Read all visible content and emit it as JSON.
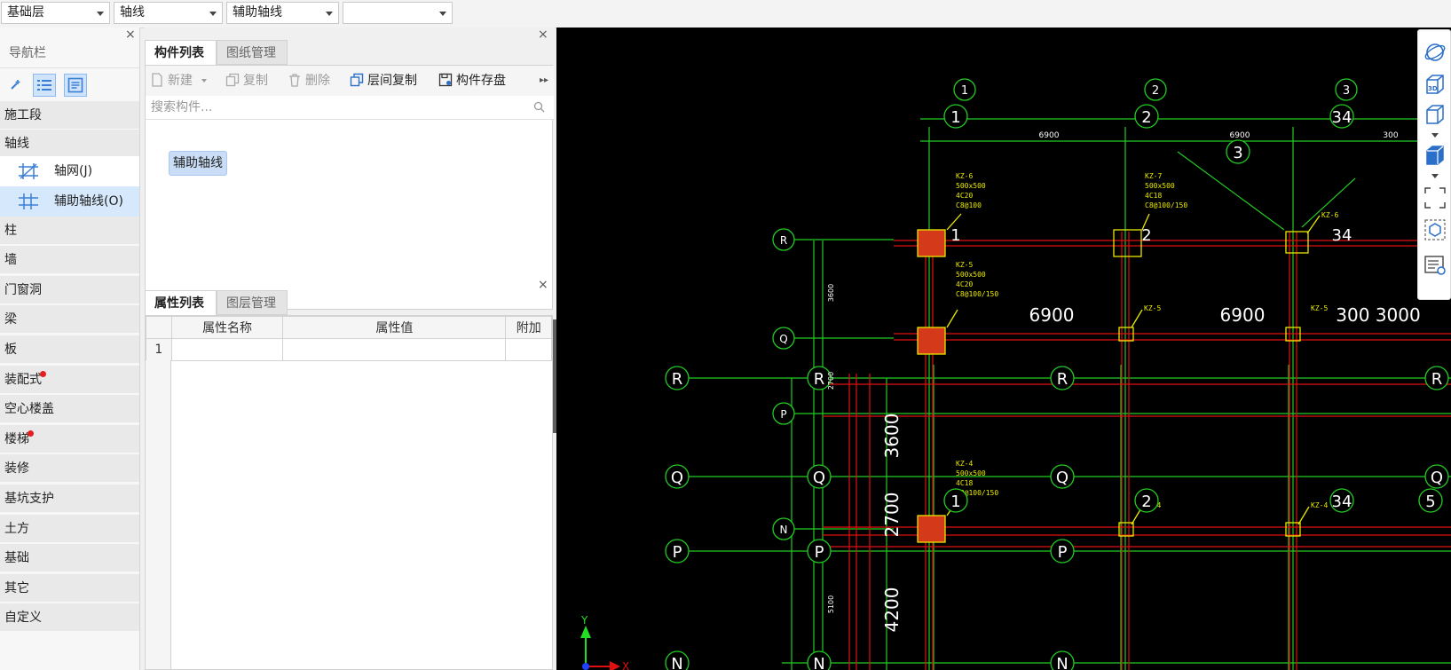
{
  "topbar": {
    "selectors": [
      {
        "value": "基础层"
      },
      {
        "value": "轴线"
      },
      {
        "value": "辅助轴线"
      },
      {
        "value": ""
      }
    ]
  },
  "nav": {
    "title": "导航栏",
    "close": "×",
    "categories": [
      {
        "label": "施工段",
        "badge": false
      },
      {
        "label": "轴线",
        "badge": false
      },
      {
        "label": "柱",
        "badge": false
      },
      {
        "label": "墙",
        "badge": false
      },
      {
        "label": "门窗洞",
        "badge": false
      },
      {
        "label": "梁",
        "badge": false
      },
      {
        "label": "板",
        "badge": false
      },
      {
        "label": "装配式",
        "badge": true
      },
      {
        "label": "空心楼盖",
        "badge": false
      },
      {
        "label": "楼梯",
        "badge": true
      },
      {
        "label": "装修",
        "badge": false
      },
      {
        "label": "基坑支护",
        "badge": false
      },
      {
        "label": "土方",
        "badge": false
      },
      {
        "label": "基础",
        "badge": false
      },
      {
        "label": "其它",
        "badge": false
      },
      {
        "label": "自定义",
        "badge": false
      }
    ],
    "sub_items": [
      {
        "label": "轴网(J)",
        "icon": "axis-grid-icon",
        "active": false
      },
      {
        "label": "辅助轴线(O)",
        "icon": "aux-axis-icon",
        "active": true
      }
    ]
  },
  "component_panel": {
    "tabs": [
      "构件列表",
      "图纸管理"
    ],
    "toolbar": {
      "new": "新建",
      "copy": "复制",
      "delete": "删除",
      "floor_copy": "层间复制",
      "save": "构件存盘"
    },
    "search_placeholder": "搜索构件...",
    "items": [
      "辅助轴线"
    ]
  },
  "property_panel": {
    "tabs": [
      "属性列表",
      "图层管理"
    ],
    "columns": [
      "属性名称",
      "属性值",
      "附加"
    ],
    "rows": [
      {
        "num": "1",
        "name": "",
        "value": "",
        "extra": ""
      }
    ]
  },
  "cad": {
    "col_axes": [
      "1",
      "2",
      "3"
    ],
    "row_axes": [
      "R",
      "Q",
      "P",
      "N"
    ],
    "dims_small": [
      "6900",
      "6900",
      "300"
    ],
    "dims_large": [
      "6900",
      "6900",
      "300 3000"
    ],
    "dims_vertical": [
      "3600",
      "2700",
      "4200"
    ],
    "dims_vertical_small": [
      "3600",
      "2700",
      "5100"
    ],
    "columns": [
      {
        "tag": "KZ-6",
        "spec": [
          "500x500",
          "4C20",
          "C8@100"
        ]
      },
      {
        "tag": "KZ-7",
        "spec": [
          "500x500",
          "4C18",
          "C8@100/150"
        ]
      },
      {
        "tag": "KZ-5",
        "spec": [
          "500x500",
          "4C20",
          "C8@100/150"
        ]
      },
      {
        "tag": "KZ-4",
        "spec": [
          "500x500",
          "4C18",
          "C8@100/150"
        ]
      }
    ],
    "ucs": {
      "x": "X",
      "y": "Y"
    },
    "colors": {
      "axis": "#22cc22",
      "beam": "#e01010",
      "column": "#e8e800",
      "text": "#ffffff",
      "background": "#000000"
    }
  },
  "view_toolbar": {
    "icons": [
      "orbit-icon",
      "3d-view-icon",
      "cube-view-icon",
      "cube-solid-icon",
      "fullscreen-icon",
      "display-settings-icon",
      "properties-icon"
    ],
    "label_3d": "3D"
  }
}
